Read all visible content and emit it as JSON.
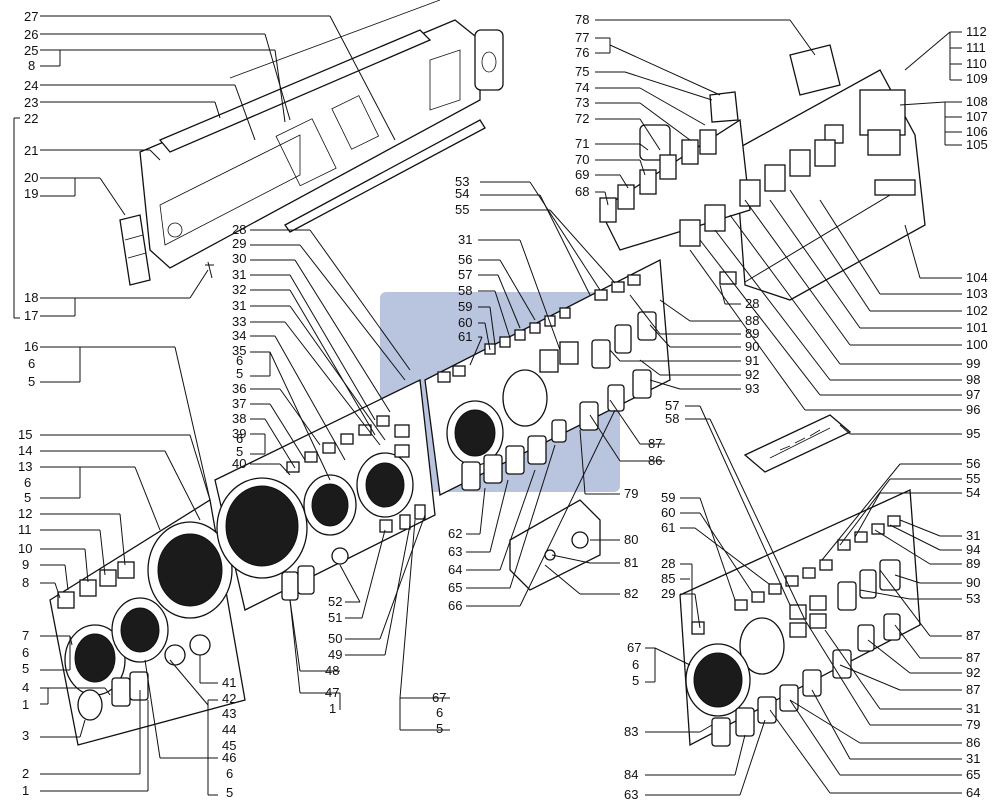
{
  "watermark_color": "#7f93c2",
  "labels": {
    "l1": "1",
    "l2": "2",
    "l3": "3",
    "l4": "4",
    "l5": "5",
    "l6": "6",
    "l7": "7",
    "l8": "8",
    "l9": "9",
    "l10": "10",
    "l11": "11",
    "l12": "12",
    "l13": "13",
    "l14": "14",
    "l15": "15",
    "l16": "16",
    "l17": "17",
    "l18": "18",
    "l19": "19",
    "l20": "20",
    "l21": "21",
    "l22": "22",
    "l23": "23",
    "l24": "24",
    "l25": "25",
    "l26": "26",
    "l27": "27",
    "l28": "28",
    "l29": "29",
    "l30": "30",
    "l31": "31",
    "l32": "32",
    "l33": "33",
    "l34": "34",
    "l35": "35",
    "l36": "36",
    "l37": "37",
    "l38": "38",
    "l39": "39",
    "l40": "40",
    "l41": "41",
    "l42": "42",
    "l43": "43",
    "l44": "44",
    "l45": "45",
    "l46": "46",
    "l47": "47",
    "l48": "48",
    "l49": "49",
    "l50": "50",
    "l51": "51",
    "l52": "52",
    "l53": "53",
    "l54": "54",
    "l55": "55",
    "l56": "56",
    "l57": "57",
    "l58": "58",
    "l59": "59",
    "l60": "60",
    "l61": "61",
    "l62": "62",
    "l63": "63",
    "l64": "64",
    "l65": "65",
    "l66": "66",
    "l67": "67",
    "l68": "68",
    "l69": "69",
    "l70": "70",
    "l71": "71",
    "l72": "72",
    "l73": "73",
    "l74": "74",
    "l75": "75",
    "l76": "76",
    "l77": "77",
    "l78": "78",
    "l79": "79",
    "l80": "80",
    "l81": "81",
    "l82": "82",
    "l83": "83",
    "l84": "84",
    "l85": "85",
    "l86": "86",
    "l87": "87",
    "l88": "88",
    "l89": "89",
    "l90": "90",
    "l91": "91",
    "l92": "92",
    "l93": "93",
    "l94": "94",
    "l95": "95",
    "l96": "96",
    "l97": "97",
    "l98": "98",
    "l99": "99",
    "l100": "100",
    "l101": "101",
    "l102": "102",
    "l103": "103",
    "l104": "104",
    "l105": "105",
    "l106": "106",
    "l107": "107",
    "l108": "108",
    "l109": "109",
    "l110": "110",
    "l111": "111",
    "l112": "112"
  }
}
